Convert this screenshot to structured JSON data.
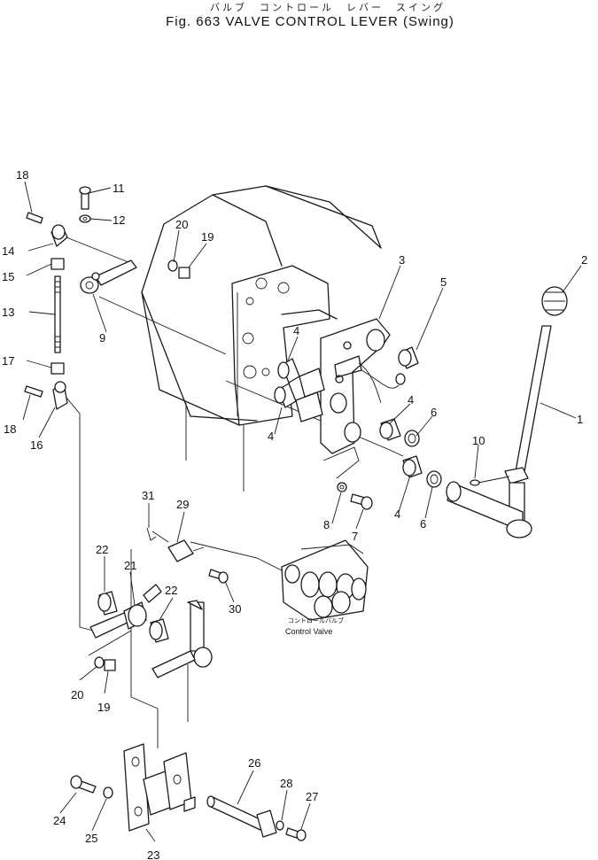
{
  "header": {
    "title_jp": "バルブ　コントロール　レバー　スイング",
    "title_en": "Fig. 663   VALVE CONTROL LEVER (Swing)"
  },
  "control_valve": {
    "label_jp": "コントロールバルブ",
    "label_en": "Control Valve"
  },
  "callouts": [
    "1",
    "2",
    "3",
    "4",
    "5",
    "6",
    "7",
    "8",
    "9",
    "10",
    "11",
    "12",
    "13",
    "14",
    "15",
    "16",
    "17",
    "18",
    "19",
    "20",
    "21",
    "22",
    "23",
    "24",
    "25",
    "26",
    "27",
    "28",
    "29",
    "30",
    "31"
  ]
}
